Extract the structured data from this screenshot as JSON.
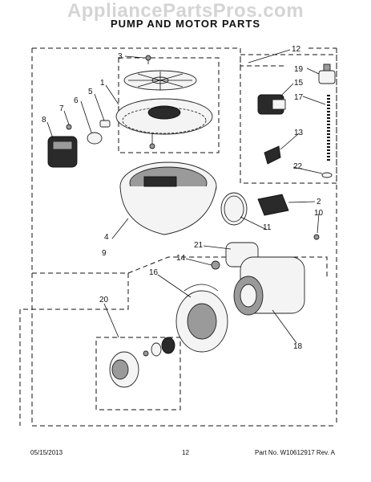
{
  "watermark": "AppliancePartsPros.com",
  "title": "PUMP AND MOTOR PARTS",
  "callouts": {
    "c1": "1",
    "c2": "2",
    "c3": "3",
    "c4": "4",
    "c5": "5",
    "c6": "6",
    "c7": "7",
    "c8": "8",
    "c9": "9",
    "c10": "10",
    "c11": "11",
    "c12": "12",
    "c13": "13",
    "c14": "14",
    "c15": "15",
    "c16": "16",
    "c17": "17",
    "c18": "18",
    "c19": "19",
    "c20": "20",
    "c21": "21",
    "c22": "22"
  },
  "footer": {
    "date": "05/15/2013",
    "page": "12",
    "part_no": "Part No.  W10612917  Rev. A"
  }
}
